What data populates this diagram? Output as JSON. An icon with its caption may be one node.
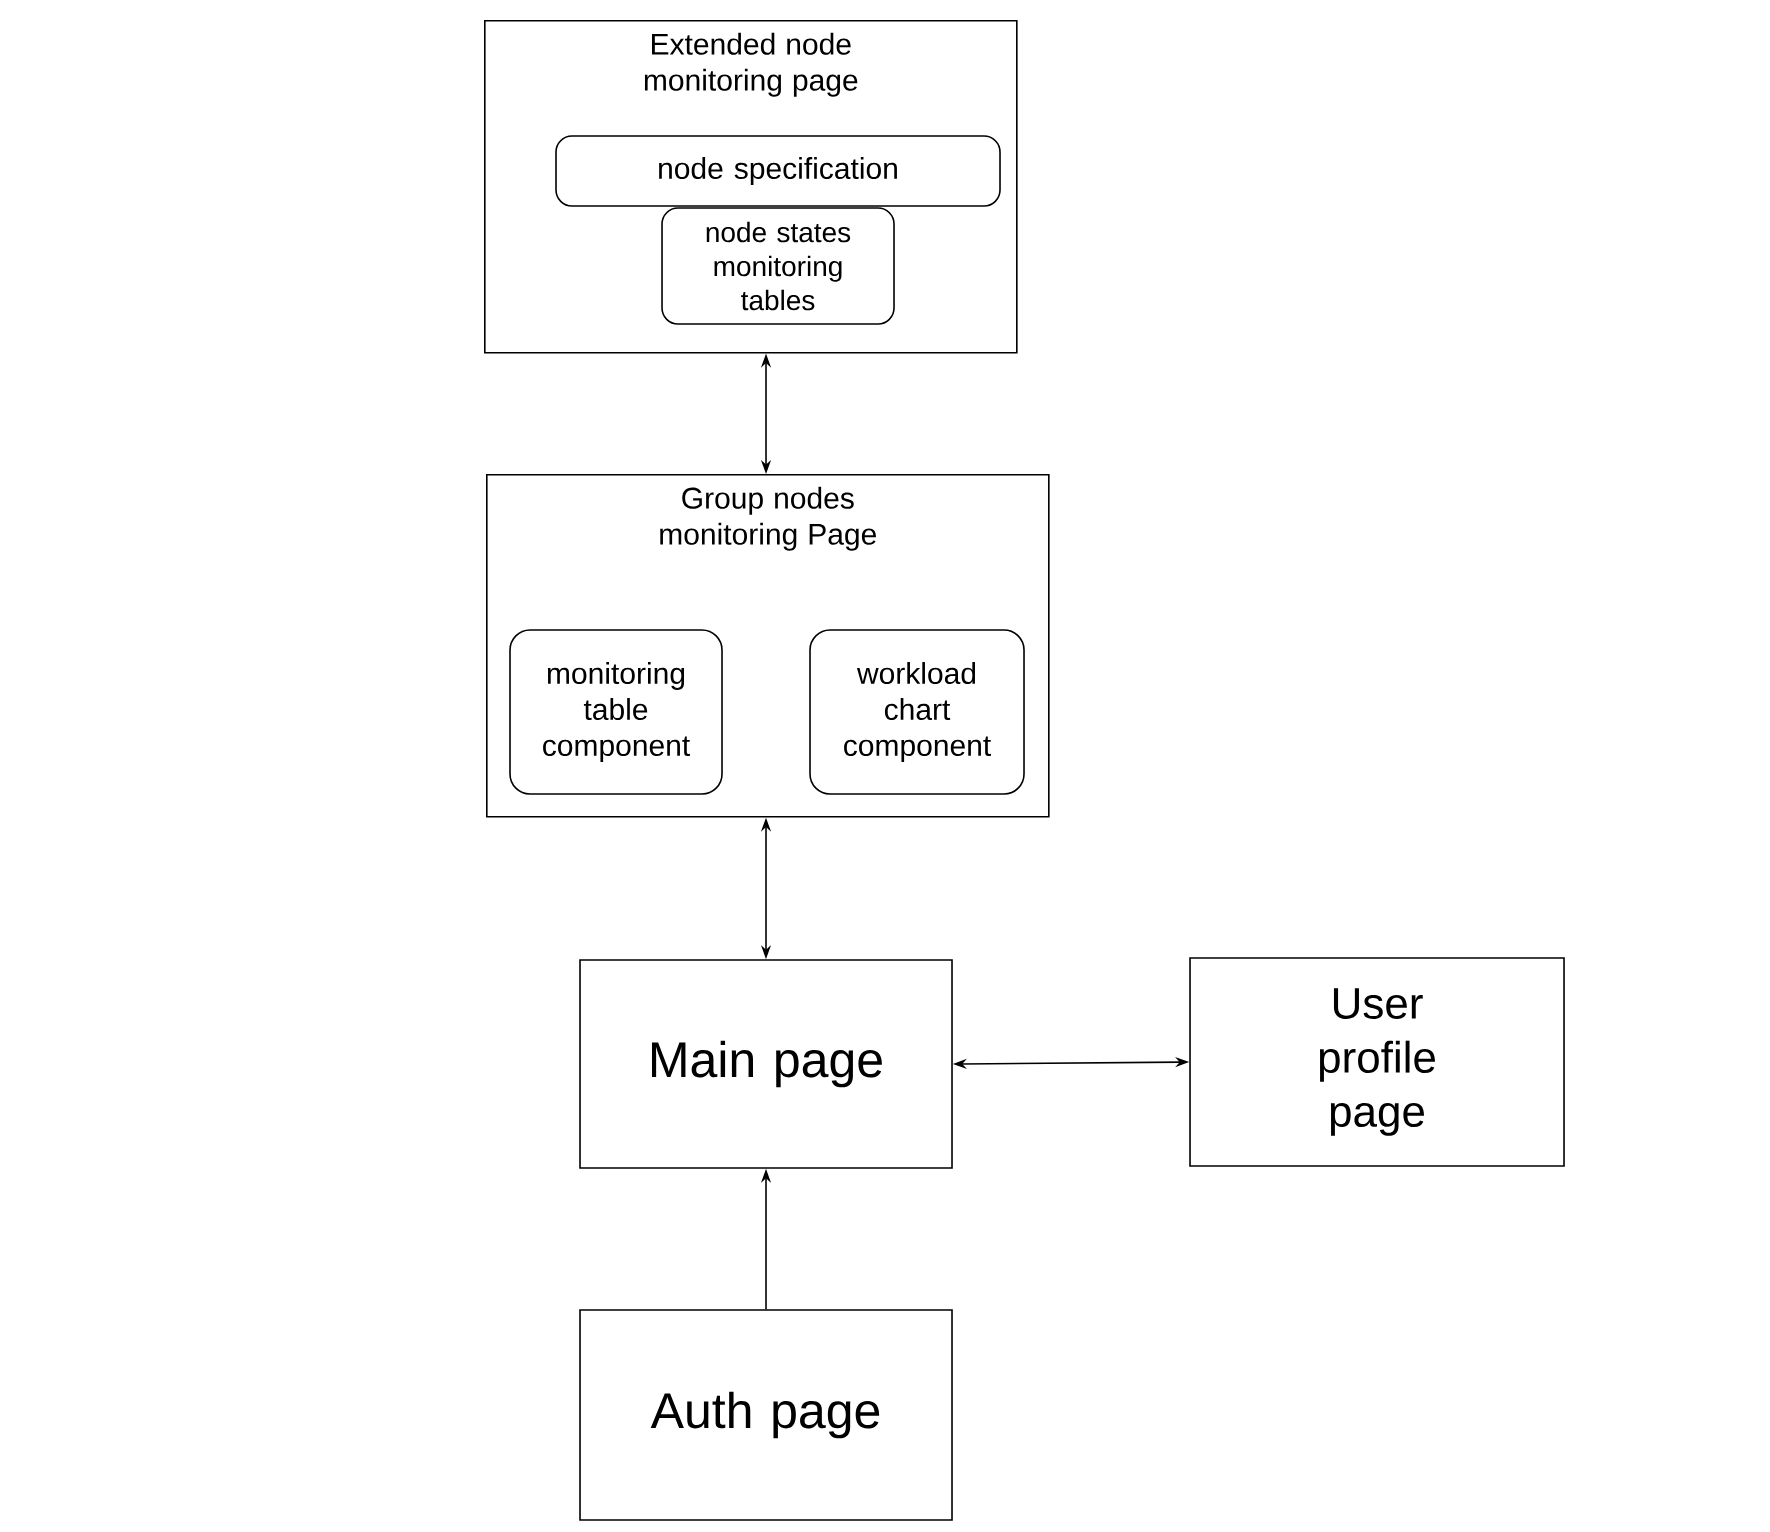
{
  "diagram": {
    "nodes": [
      {
        "text": [
          "Extended node monitoring page"
        ]
      },
      {
        "text": [
          "node specification"
        ],
        "in": 0
      },
      {
        "text": [
          "node states monitoring tables"
        ],
        "in": 0
      },
      {
        "text": [
          "Group nodes monitoring Page"
        ]
      },
      {
        "text": [
          "monitoring table component"
        ],
        "in": 3
      },
      {
        "text": [
          "workload chart component"
        ],
        "in": 3
      },
      {
        "text": [
          "Main page"
        ]
      },
      {
        "text": [
          "User profile page"
        ]
      },
      {
        "text": [
          "Auth page"
        ]
      }
    ],
    "edges": [
      {
        "from": 0,
        "to": 3,
        "arrow": "both"
      },
      {
        "from": 3,
        "to": 6,
        "arrow": "both"
      },
      {
        "from": 6,
        "to": 7,
        "arrow": "both"
      },
      {
        "from": 8,
        "to": 6,
        "arrow": "to"
      }
    ]
  }
}
